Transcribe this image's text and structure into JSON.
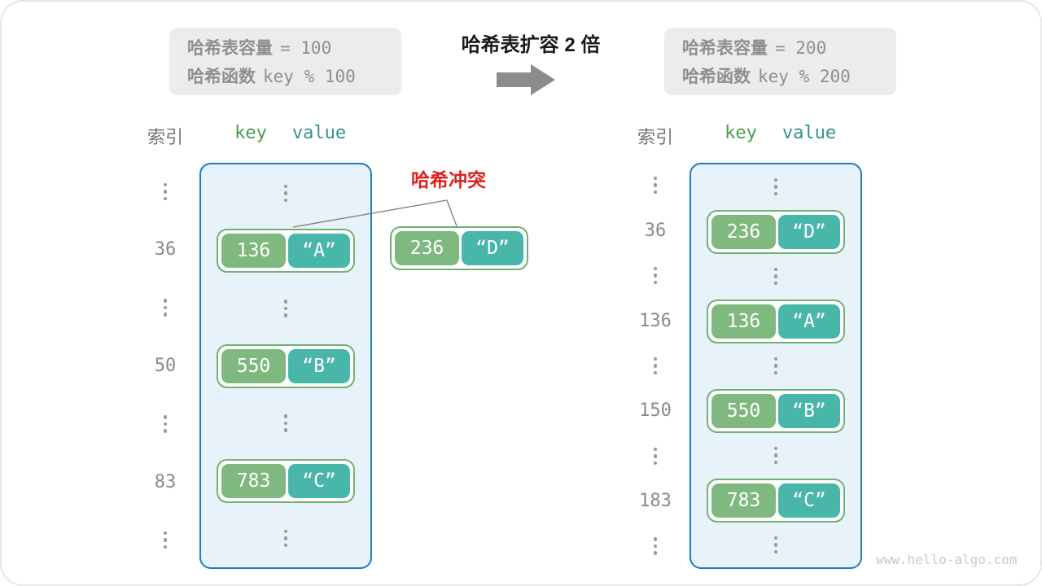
{
  "title": "哈希表扩容 2 倍",
  "collision_label": "哈希冲突",
  "watermark": "www.hello-algo.com",
  "info_boxes": {
    "before": {
      "capacity_label": "哈希表容量",
      "capacity_expr": "= 100",
      "function_label": "哈希函数",
      "function_expr": "key % 100"
    },
    "after": {
      "capacity_label": "哈希表容量",
      "capacity_expr": "= 200",
      "function_label": "哈希函数",
      "function_expr": "key % 200"
    }
  },
  "headers": {
    "index": "索引",
    "key": "key",
    "value": "value"
  },
  "collision_pair": {
    "key": "236",
    "value": "“D”"
  },
  "tables": {
    "before": {
      "rows": [
        {
          "type": "dots"
        },
        {
          "type": "pair",
          "index": "36",
          "key": "136",
          "value": "“A”"
        },
        {
          "type": "dots"
        },
        {
          "type": "pair",
          "index": "50",
          "key": "550",
          "value": "“B”"
        },
        {
          "type": "dots"
        },
        {
          "type": "pair",
          "index": "83",
          "key": "783",
          "value": "“C”"
        },
        {
          "type": "dots"
        }
      ]
    },
    "after": {
      "rows": [
        {
          "type": "dots"
        },
        {
          "type": "pair",
          "index": "36",
          "key": "236",
          "value": "“D”"
        },
        {
          "type": "dots"
        },
        {
          "type": "pair",
          "index": "136",
          "key": "136",
          "value": "“A”"
        },
        {
          "type": "dots"
        },
        {
          "type": "pair",
          "index": "150",
          "key": "550",
          "value": "“B”"
        },
        {
          "type": "dots"
        },
        {
          "type": "pair",
          "index": "183",
          "key": "783",
          "value": "“C”"
        },
        {
          "type": "dots"
        }
      ]
    }
  },
  "colors": {
    "accent_blue": "#1c7cc2",
    "bucket_bg": "#e8f2fb",
    "key_green": "#80b980",
    "value_teal": "#49b6aa",
    "pair_border_green": "#6fb271",
    "collision_red": "#e01f1f",
    "gray_text": "#8f8f8f",
    "arrow_gray": "#8c8c8c"
  }
}
